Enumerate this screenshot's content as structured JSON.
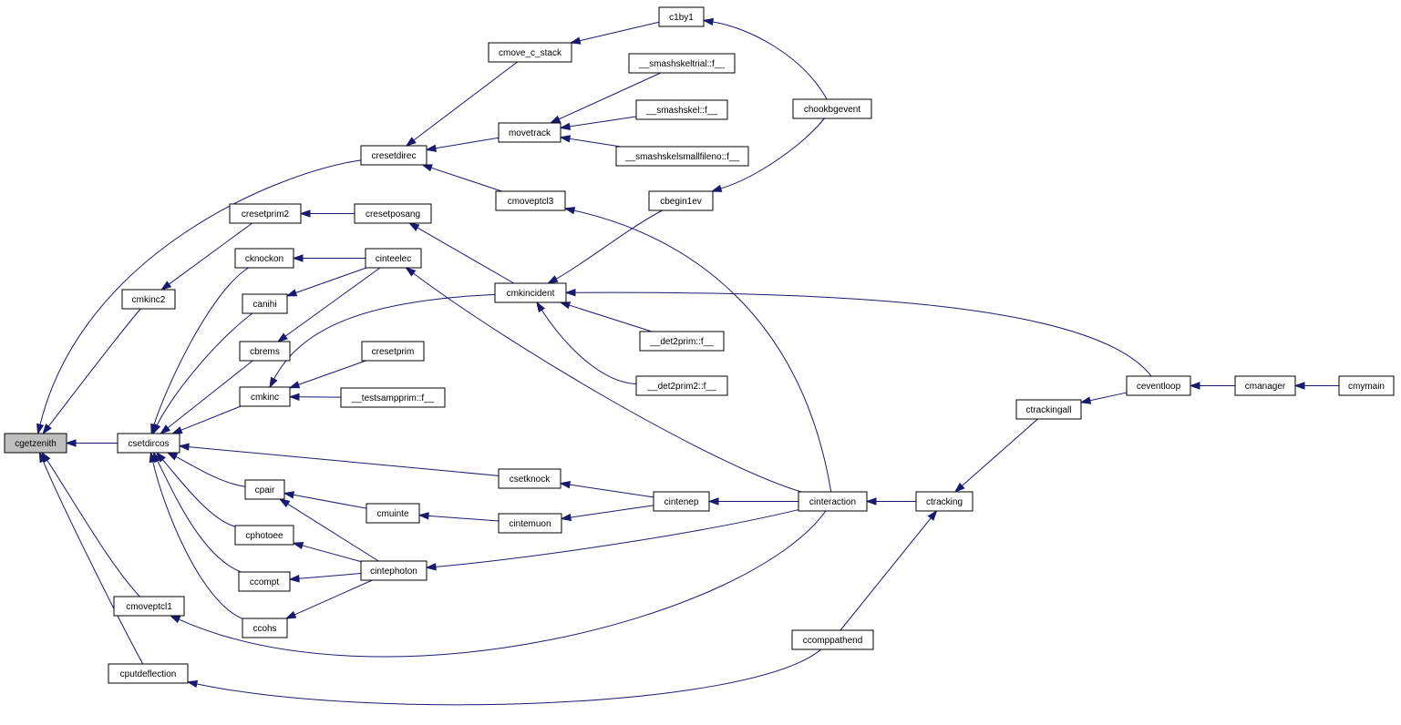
{
  "graph": {
    "colors": {
      "edge": "#191970",
      "node_fill": "#ffffff",
      "highlight_fill": "#bfbfbf",
      "border": "#000000"
    },
    "nodes": [
      {
        "id": "cgetzenith",
        "label": "cgetzenith",
        "highlight": true
      },
      {
        "id": "csetdircos",
        "label": "csetdircos"
      },
      {
        "id": "cresetdirec",
        "label": "cresetdirec"
      },
      {
        "id": "cmkinc2",
        "label": "cmkinc2"
      },
      {
        "id": "cmoveptcl1",
        "label": "cmoveptcl1"
      },
      {
        "id": "cputdeflection",
        "label": "cputdeflection"
      },
      {
        "id": "cmove_c_stack",
        "label": "cmove_c_stack"
      },
      {
        "id": "c1by1",
        "label": "c1by1"
      },
      {
        "id": "chookbgevent",
        "label": "chookbgevent"
      },
      {
        "id": "movetrack",
        "label": "movetrack"
      },
      {
        "id": "smashskeltrial",
        "label": "__smashskeltrial::f__"
      },
      {
        "id": "smashskel",
        "label": "__smashskel::f__"
      },
      {
        "id": "smashskelsmall",
        "label": "__smashskelsmallfileno::f__"
      },
      {
        "id": "cmoveptcl3",
        "label": "cmoveptcl3"
      },
      {
        "id": "cresetprim2",
        "label": "cresetprim2"
      },
      {
        "id": "cresetposang",
        "label": "cresetposang"
      },
      {
        "id": "cknockon",
        "label": "cknockon"
      },
      {
        "id": "cinteelec",
        "label": "cinteelec"
      },
      {
        "id": "canihi",
        "label": "canihi"
      },
      {
        "id": "cbrems",
        "label": "cbrems"
      },
      {
        "id": "cmkinc",
        "label": "cmkinc"
      },
      {
        "id": "cmkincident",
        "label": "cmkincident"
      },
      {
        "id": "cbegin1ev",
        "label": "cbegin1ev"
      },
      {
        "id": "det2prim",
        "label": "__det2prim::f__"
      },
      {
        "id": "det2prim2",
        "label": "__det2prim2::f__"
      },
      {
        "id": "cresetprim",
        "label": "cresetprim"
      },
      {
        "id": "testsampprim",
        "label": "__testsampprim::f__"
      },
      {
        "id": "csetknock",
        "label": "csetknock"
      },
      {
        "id": "cpair",
        "label": "cpair"
      },
      {
        "id": "cmuinte",
        "label": "cmuinte"
      },
      {
        "id": "cintemuon",
        "label": "cintemuon"
      },
      {
        "id": "cintenep",
        "label": "cintenep"
      },
      {
        "id": "cinteraction",
        "label": "cinteraction"
      },
      {
        "id": "cphotoee",
        "label": "cphotoee"
      },
      {
        "id": "ccompt",
        "label": "ccompt"
      },
      {
        "id": "cintephoton",
        "label": "cintephoton"
      },
      {
        "id": "ccohs",
        "label": "ccohs"
      },
      {
        "id": "ctracking",
        "label": "ctracking"
      },
      {
        "id": "ctrackingall",
        "label": "ctrackingall"
      },
      {
        "id": "ceventloop",
        "label": "ceventloop"
      },
      {
        "id": "cmanager",
        "label": "cmanager"
      },
      {
        "id": "cmymain",
        "label": "cmymain"
      },
      {
        "id": "ccomppathend",
        "label": "ccomppathend"
      }
    ],
    "edges": [
      {
        "from": "csetdircos",
        "to": "cgetzenith"
      },
      {
        "from": "cresetdirec",
        "to": "cgetzenith"
      },
      {
        "from": "cmkinc2",
        "to": "cgetzenith"
      },
      {
        "from": "cmoveptcl1",
        "to": "cgetzenith"
      },
      {
        "from": "cputdeflection",
        "to": "cgetzenith"
      },
      {
        "from": "cmove_c_stack",
        "to": "cresetdirec"
      },
      {
        "from": "movetrack",
        "to": "cresetdirec"
      },
      {
        "from": "cmoveptcl3",
        "to": "cresetdirec"
      },
      {
        "from": "c1by1",
        "to": "cmove_c_stack"
      },
      {
        "from": "chookbgevent",
        "to": "c1by1"
      },
      {
        "from": "smashskeltrial",
        "to": "movetrack"
      },
      {
        "from": "smashskel",
        "to": "movetrack"
      },
      {
        "from": "smashskelsmall",
        "to": "movetrack"
      },
      {
        "from": "cinteraction",
        "to": "cmoveptcl3"
      },
      {
        "from": "cresetprim2",
        "to": "cmkinc2"
      },
      {
        "from": "cresetposang",
        "to": "cresetprim2"
      },
      {
        "from": "cmkincident",
        "to": "cresetposang"
      },
      {
        "from": "cknockon",
        "to": "csetdircos"
      },
      {
        "from": "canihi",
        "to": "csetdircos"
      },
      {
        "from": "cbrems",
        "to": "csetdircos"
      },
      {
        "from": "cmkinc",
        "to": "csetdircos"
      },
      {
        "from": "cpair",
        "to": "csetdircos"
      },
      {
        "from": "cphotoee",
        "to": "csetdircos"
      },
      {
        "from": "ccompt",
        "to": "csetdircos"
      },
      {
        "from": "ccohs",
        "to": "csetdircos"
      },
      {
        "from": "csetknock",
        "to": "csetdircos"
      },
      {
        "from": "cinteelec",
        "to": "cknockon"
      },
      {
        "from": "cinteelec",
        "to": "canihi"
      },
      {
        "from": "cinteelec",
        "to": "cbrems"
      },
      {
        "from": "cinteraction",
        "to": "cinteelec"
      },
      {
        "from": "cmkincident",
        "to": "cmkinc"
      },
      {
        "from": "cresetprim",
        "to": "cmkinc"
      },
      {
        "from": "testsampprim",
        "to": "cmkinc"
      },
      {
        "from": "cbegin1ev",
        "to": "cmkincident"
      },
      {
        "from": "det2prim",
        "to": "cmkincident"
      },
      {
        "from": "det2prim2",
        "to": "cmkincident"
      },
      {
        "from": "ceventloop",
        "to": "cmkincident"
      },
      {
        "from": "chookbgevent",
        "to": "cbegin1ev"
      },
      {
        "from": "cintenep",
        "to": "csetknock"
      },
      {
        "from": "cmuinte",
        "to": "cpair"
      },
      {
        "from": "cintephoton",
        "to": "cpair"
      },
      {
        "from": "cintemuon",
        "to": "cmuinte"
      },
      {
        "from": "cintenep",
        "to": "cintemuon"
      },
      {
        "from": "cinteraction",
        "to": "cintenep"
      },
      {
        "from": "cintephoton",
        "to": "cphotoee"
      },
      {
        "from": "cintephoton",
        "to": "ccompt"
      },
      {
        "from": "cintephoton",
        "to": "ccohs"
      },
      {
        "from": "cinteraction",
        "to": "cintephoton"
      },
      {
        "from": "cinteraction",
        "to": "cmoveptcl1"
      },
      {
        "from": "ctracking",
        "to": "cinteraction"
      },
      {
        "from": "ctrackingall",
        "to": "ctracking"
      },
      {
        "from": "ccomppathend",
        "to": "ctracking"
      },
      {
        "from": "ceventloop",
        "to": "ctrackingall"
      },
      {
        "from": "cmanager",
        "to": "ceventloop"
      },
      {
        "from": "cmymain",
        "to": "cmanager"
      },
      {
        "from": "ccomppathend",
        "to": "cputdeflection"
      }
    ]
  }
}
